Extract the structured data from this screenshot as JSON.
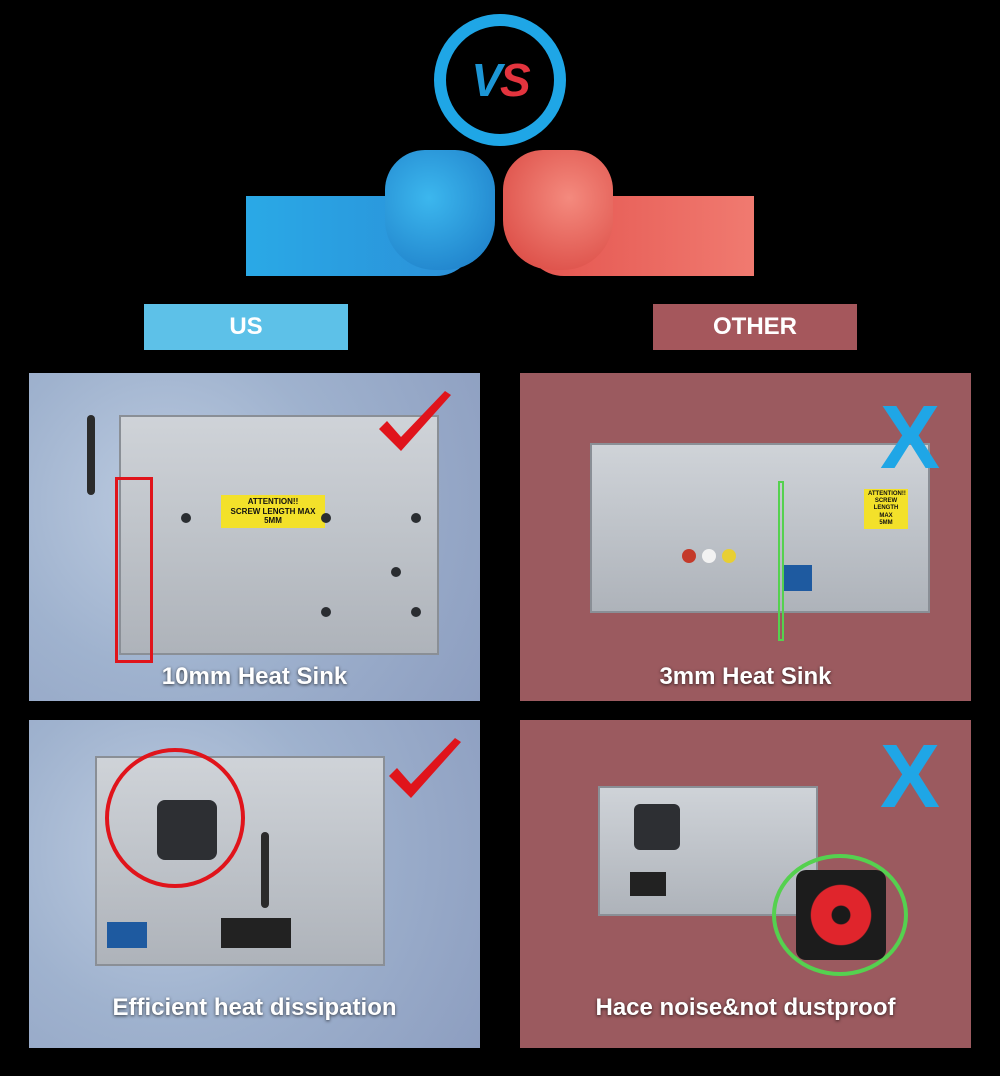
{
  "vs_badge": {
    "v": "V",
    "s": "S"
  },
  "labels": {
    "us": "US",
    "other": "OTHER"
  },
  "panels": {
    "us_heat_sink": {
      "caption": "10mm Heat Sink",
      "sticker": "ATTENTION!!\nSCREW LENGTH MAX\n5MM"
    },
    "other_heat_sink": {
      "caption": "3mm Heat Sink",
      "sticker": "ATTENTION!!\nSCREW LENGTH MAX\n5MM"
    },
    "us_dissipation": {
      "caption": "Efficient heat dissipation"
    },
    "other_noise": {
      "caption": "Hace noise&not dustproof"
    }
  },
  "marks": {
    "check_icon": "check-icon",
    "cross_text": "X"
  },
  "colors": {
    "blue": "#1fa6e6",
    "red": "#e3343e",
    "us_label": "#5dc1e8",
    "other_label": "#a5575c",
    "other_panel": "#9b5a5f"
  }
}
